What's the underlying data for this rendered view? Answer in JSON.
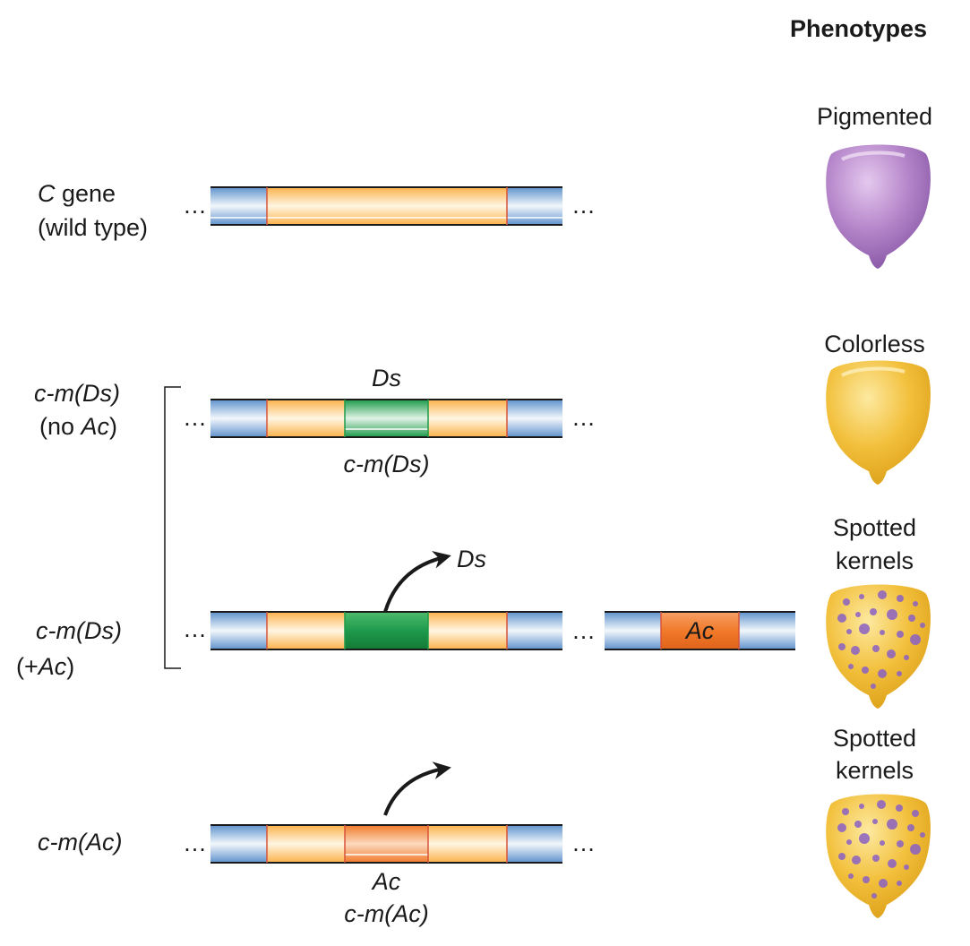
{
  "header": {
    "phenotypes": "Phenotypes"
  },
  "rows": {
    "wild": {
      "label_gene_symbol": "C",
      "label_gene_word": " gene",
      "label_line2": "(wild type)",
      "phenotype": "Pigmented"
    },
    "ds_no_ac": {
      "label_line1": "c-m(Ds)",
      "label_line2_open": "(no ",
      "label_line2_ac": "Ac",
      "label_line2_close": ")",
      "insert_label_above": "Ds",
      "allele_label_below": "c-m(Ds)",
      "phenotype": "Colorless"
    },
    "ds_plus_ac": {
      "label_line1": "c-m(Ds)",
      "label_line2_open": "(+",
      "label_line2_ac": "Ac",
      "label_line2_close": ")",
      "excised_label": "Ds",
      "ac_element_label": "Ac",
      "phenotype_line1": "Spotted",
      "phenotype_line2": "kernels"
    },
    "ac": {
      "label_line1": "c-m(Ac)",
      "insert_label_below": "Ac",
      "allele_label_below": "c-m(Ac)",
      "phenotype_line1": "Spotted",
      "phenotype_line2": "kernels"
    }
  },
  "ellipsis": "…",
  "colors": {
    "flank_blue": "#6f9fd2",
    "gene_orange": "#fbb040",
    "ds_green": "#1d9a4a",
    "ac_orange": "#f07a2a",
    "kernel_purple": "#b07cc6",
    "kernel_yellow": "#f1bf36",
    "spot_purple": "#8a61c4"
  }
}
